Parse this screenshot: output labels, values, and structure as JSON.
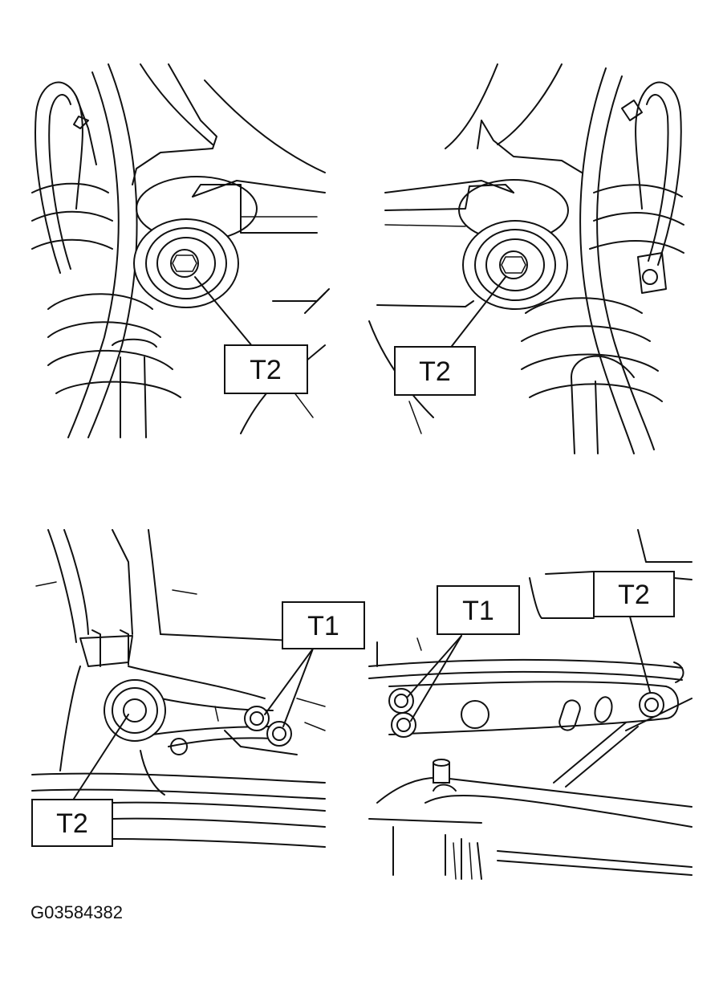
{
  "panels": [
    {
      "id": "top-left",
      "labels": [
        "T2"
      ]
    },
    {
      "id": "top-right",
      "labels": [
        "T2"
      ]
    },
    {
      "id": "bottom-left",
      "labels": [
        "T1",
        "T2"
      ]
    },
    {
      "id": "bottom-right",
      "labels": [
        "T1",
        "T2"
      ]
    }
  ],
  "callouts": {
    "t1": "T1",
    "t2": "T2"
  },
  "figure_code": "G03584382"
}
